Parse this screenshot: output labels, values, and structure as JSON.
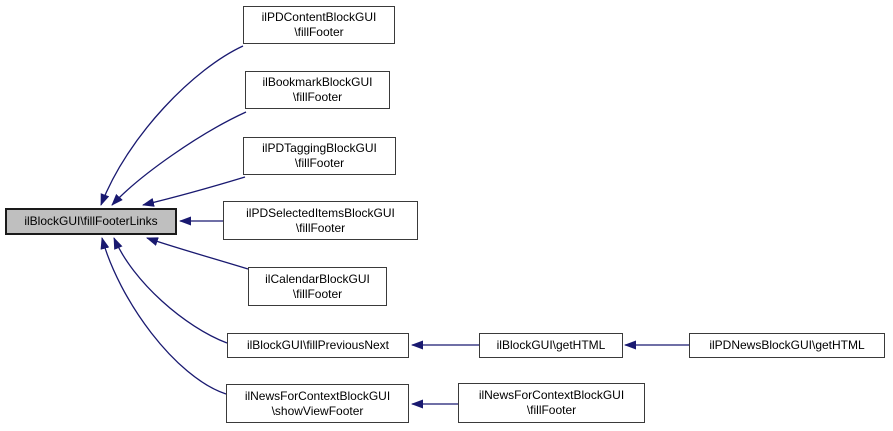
{
  "graph": {
    "type": "caller-graph",
    "background_color": "#ffffff",
    "edge_color": "#191970",
    "node_fill": "#ffffff",
    "node_border_color": "#3a3a3a",
    "highlight_node_fill": "#bfbfbf",
    "nodes": [
      {
        "id": "fillfooterlinks",
        "line1": "ilBlockGUI\\fillFooterLinks",
        "highlighted": true
      },
      {
        "id": "pdcontent",
        "line1": "ilPDContentBlockGUI",
        "line2": "\\fillFooter"
      },
      {
        "id": "bookmark",
        "line1": "ilBookmarkBlockGUI",
        "line2": "\\fillFooter"
      },
      {
        "id": "pdtagging",
        "line1": "ilPDTaggingBlockGUI",
        "line2": "\\fillFooter"
      },
      {
        "id": "pdselecteditems",
        "line1": "ilPDSelectedItemsBlockGUI",
        "line2": "\\fillFooter"
      },
      {
        "id": "calendar",
        "line1": "ilCalendarBlockGUI",
        "line2": "\\fillFooter"
      },
      {
        "id": "fillpreviousnext",
        "line1": "ilBlockGUI\\fillPreviousNext"
      },
      {
        "id": "showviewfooter",
        "line1": "ilNewsForContextBlockGUI",
        "line2": "\\showViewFooter"
      },
      {
        "id": "gethtml",
        "line1": "ilBlockGUI\\getHTML"
      },
      {
        "id": "newsfillfooter",
        "line1": "ilNewsForContextBlockGUI",
        "line2": "\\fillFooter"
      },
      {
        "id": "pdnewsgethtml",
        "line1": "ilPDNewsBlockGUI\\getHTML"
      }
    ],
    "edges": [
      {
        "from": "ilPDContentBlockGUI\\fillFooter",
        "to": "ilBlockGUI\\fillFooterLinks"
      },
      {
        "from": "ilBookmarkBlockGUI\\fillFooter",
        "to": "ilBlockGUI\\fillFooterLinks"
      },
      {
        "from": "ilPDTaggingBlockGUI\\fillFooter",
        "to": "ilBlockGUI\\fillFooterLinks"
      },
      {
        "from": "ilPDSelectedItemsBlockGUI\\fillFooter",
        "to": "ilBlockGUI\\fillFooterLinks"
      },
      {
        "from": "ilCalendarBlockGUI\\fillFooter",
        "to": "ilBlockGUI\\fillFooterLinks"
      },
      {
        "from": "ilBlockGUI\\fillPreviousNext",
        "to": "ilBlockGUI\\fillFooterLinks"
      },
      {
        "from": "ilNewsForContextBlockGUI\\showViewFooter",
        "to": "ilBlockGUI\\fillFooterLinks"
      },
      {
        "from": "ilBlockGUI\\getHTML",
        "to": "ilBlockGUI\\fillPreviousNext"
      },
      {
        "from": "ilPDNewsBlockGUI\\getHTML",
        "to": "ilBlockGUI\\getHTML"
      },
      {
        "from": "ilNewsForContextBlockGUI\\fillFooter",
        "to": "ilNewsForContextBlockGUI\\showViewFooter"
      }
    ]
  }
}
